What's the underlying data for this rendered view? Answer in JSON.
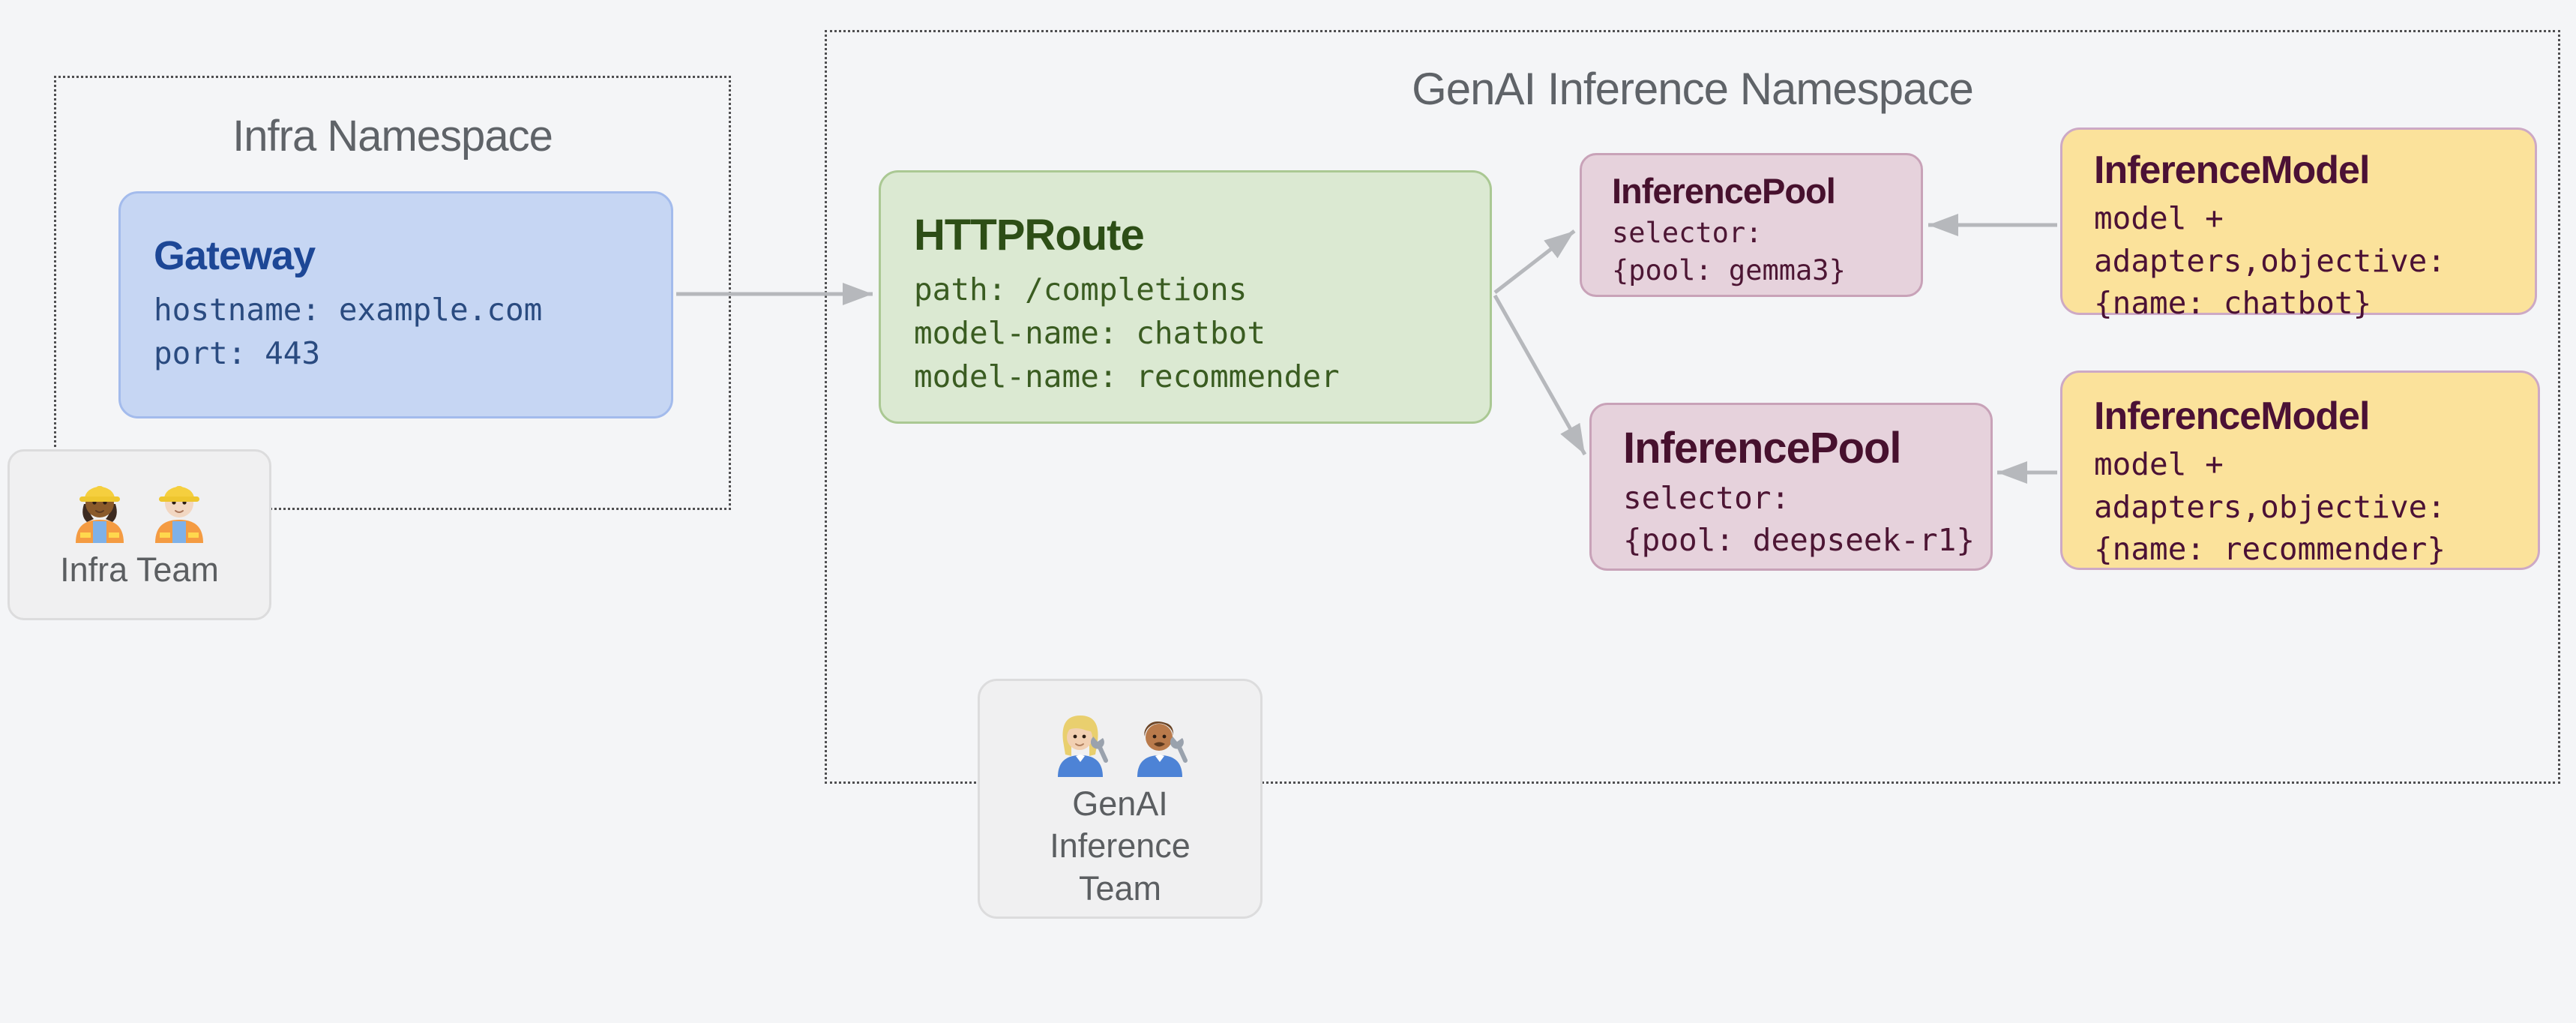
{
  "infra_namespace": {
    "label": "Infra Namespace"
  },
  "genai_namespace": {
    "label": "GenAI Inference Namespace"
  },
  "gateway": {
    "title": "Gateway",
    "lines": [
      "hostname: example.com",
      "port: 443"
    ]
  },
  "httproute": {
    "title": "HTTPRoute",
    "lines": [
      "path: /completions",
      "model-name: chatbot",
      "model-name: recommender"
    ]
  },
  "inference_pool_1": {
    "title": "InferencePool",
    "lines": [
      "selector:",
      "{pool: gemma3}"
    ]
  },
  "inference_pool_2": {
    "title": "InferencePool",
    "lines": [
      "selector:",
      "{pool: deepseek-r1}"
    ]
  },
  "inference_model_1": {
    "title": "InferenceModel",
    "lines": [
      "model +",
      "adapters,objective:",
      "{name: chatbot}"
    ]
  },
  "inference_model_2": {
    "title": "InferenceModel",
    "lines": [
      "model +",
      "adapters,objective:",
      "{name: recommender}"
    ]
  },
  "infra_team": {
    "label": "Infra Team",
    "emojis": [
      "woman-construction-worker-emoji",
      "man-construction-worker-emoji"
    ]
  },
  "genai_team": {
    "label": "GenAI Inference Team",
    "emojis": [
      "woman-mechanic-emoji",
      "man-mechanic-emoji"
    ]
  },
  "connections": [
    {
      "from": "gateway",
      "to": "httproute"
    },
    {
      "from": "httproute",
      "to": "inference_pool_1"
    },
    {
      "from": "httproute",
      "to": "inference_pool_2"
    },
    {
      "from": "inference_model_1",
      "to": "inference_pool_1"
    },
    {
      "from": "inference_model_2",
      "to": "inference_pool_2"
    }
  ],
  "colors": {
    "background": "#f4f5f7",
    "namespace_border": "#4f4f51",
    "namespace_label": "#5f6368",
    "gateway_fill": "#c6d6f3",
    "gateway_border": "#a3bbec",
    "gateway_title": "#1d4796",
    "gateway_text": "#2a4b80",
    "httproute_fill": "#dbe9d2",
    "httproute_border": "#aac893",
    "httproute_title": "#2d4e16",
    "httproute_text": "#3a5c21",
    "pool_fill": "#e6d2dc",
    "pool_border": "#c8a2b8",
    "pool_text": "#47112e",
    "model_fill": "#fbe29b",
    "model_border": "#cda9c5",
    "model_text": "#4b1135",
    "team_fill": "#f0f0f1",
    "team_border": "#dcdcdd",
    "team_label": "#5b5e61",
    "arrow": "#b6b8bc"
  }
}
